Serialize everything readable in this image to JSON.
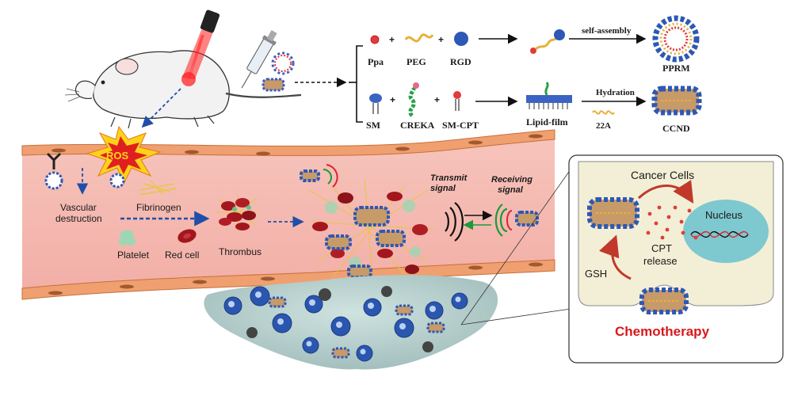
{
  "row1": {
    "ppa": "Ppa",
    "peg": "PEG",
    "rgd": "RGD",
    "step": "self-assembly",
    "product": "PPRM"
  },
  "row2": {
    "sm": "SM",
    "creka": "CREKA",
    "smcpt": "SM-CPT",
    "lipid": "Lipid-film",
    "step": "Hydration",
    "peptide": "22A",
    "product": "CCND"
  },
  "plus": "+",
  "vessel": {
    "ros": "ROS",
    "vascular": "Vascular",
    "destruction": "destruction",
    "fibrinogen": "Fibrinogen",
    "platelet": "Platelet",
    "redcell": "Red cell",
    "thrombus": "Thrombus",
    "transmit1": "Transmit",
    "transmit2": "signal",
    "receiving1": "Receiving",
    "receiving2": "signal"
  },
  "cell": {
    "title": "Cancer Cells",
    "nucleus": "Nucleus",
    "cpt1": "CPT",
    "cpt2": "release",
    "gsh": "GSH",
    "chemo": "Chemotherapy"
  },
  "colors": {
    "vessel_wall": "#f0a070",
    "vessel_lumen": "#f4b8b0",
    "cell_bg": "#f3efd6",
    "nucleus": "#7ec8cf",
    "chemo_red": "#d7191c",
    "dashed_blue": "#1f4fa8",
    "ros_red": "#e02020",
    "ros_yellow": "#ffd21a"
  }
}
